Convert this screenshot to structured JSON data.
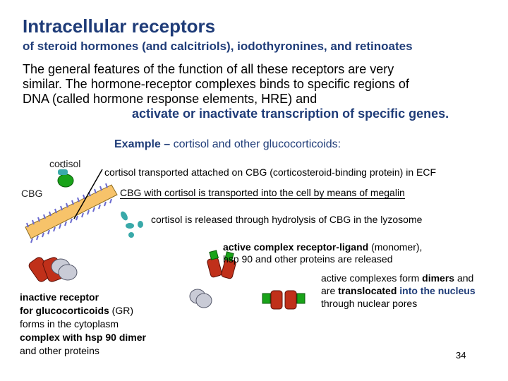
{
  "title": "Intracellular receptors",
  "subtitle": "of steroid hormones (and calcitriols), iodothyronines, and retinoates",
  "intro": {
    "line1": "The general features of the function of all these receptors are very",
    "line2": "similar. The hormone-receptor complexes binds to specific regions of",
    "line3": "DNA (called hormone response elements, HRE) and",
    "line4": "activate or inactivate transcription of specific genes."
  },
  "example": {
    "lead": "Example –",
    "rest": " cortisol and other glucocorticoids:"
  },
  "labels": {
    "cortisol": "cortisol",
    "cbg": "CBG"
  },
  "steps": {
    "s1": "cortisol transported attached on CBG (corticosteroid-binding protein) in ECF",
    "s2": "CBG with cortisol is transported into the cell by means of megalin",
    "s3": "cortisol is released through hydrolysis of CBG in the lyzosome",
    "s4_bold": "active complex receptor-ligand",
    "s4_rest": " (monomer),",
    "s4_line2": "hsp 90 and other proteins are released",
    "s5_pre": "active complexes form ",
    "s5_b1": "dimers",
    "s5_mid": " and",
    "s5_pre2": "are ",
    "s5_b2": "translocated",
    "s5_b3": "into the nucleus",
    "s5_line3": "through nuclear pores",
    "s6_l1": "inactive receptor",
    "s6_l2a": "for glucocorticoids",
    "s6_l2b": " (GR)",
    "s6_l3": "forms in the cytoplasm",
    "s6_l4": "complex with hsp 90 dimer",
    "s6_l5": "and other proteins"
  },
  "page_number": "34",
  "colors": {
    "title": "#1f3c78",
    "membrane_fill": "#f7c36a",
    "lipid_heads": "#6b6bd0",
    "receptor": "#c0301a",
    "ligand": "#19a319",
    "hsp": "#c9cbd6",
    "cortisol": "#39a9a9"
  }
}
